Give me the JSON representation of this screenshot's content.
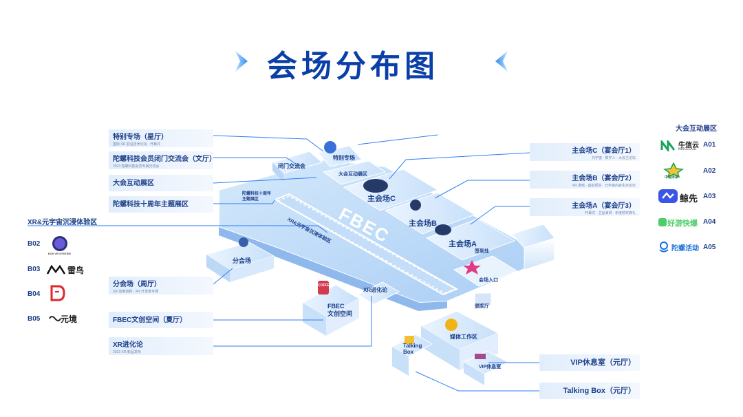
{
  "title": "会场分布图",
  "colors": {
    "title": "#0b3fa8",
    "accent": "#2f7df6",
    "callout_bg": "#e2eefc",
    "text": "#1c3f8a",
    "pink": "#e23b86"
  },
  "left_callouts": [
    {
      "label": "特别专场（星厅）",
      "sub": "国际 XR 前沿技术论坛 · 开幕式"
    },
    {
      "label": "陀螺科技会员闭门交流会（文厅）",
      "sub": "2023 陀螺科技会员专属交流会"
    },
    {
      "label": "大会互动展区",
      "sub": ""
    },
    {
      "label": "陀螺科技十周年主题展区",
      "sub": ""
    },
    {
      "label": "分会场（周厅）",
      "sub": "XR 应用创新 · XR 开发者专场"
    },
    {
      "label": "FBEC文创空间（夏厅）",
      "sub": ""
    },
    {
      "label": "XR进化论",
      "sub": "2023 XR 新品发布"
    }
  ],
  "right_callouts": [
    {
      "label": "主会场C（宴会厅1）",
      "sub": "元宇宙 · 数字人 · 大会主论坛"
    },
    {
      "label": "主会场B（宴会厅2）",
      "sub": "XR 游戏 · 虚拟现实 · 元宇宙内容生态论坛"
    },
    {
      "label": "主会场A（宴会厅3）",
      "sub": "开幕式 · 主旨演讲 · 年度颁奖典礼"
    },
    {
      "label": "VIP休息室（元厅）",
      "sub": ""
    },
    {
      "label": "Talking Box（元厅）",
      "sub": ""
    }
  ],
  "xr_section": {
    "heading": "XR&元宇宙沉浸体验区",
    "items": [
      {
        "code": "B02",
        "brand": "EOS VR SYSTEM",
        "icon": "eos-logo-icon"
      },
      {
        "code": "B03",
        "brand": "雷鸟",
        "icon": "leiniao-logo-icon"
      },
      {
        "code": "B04",
        "brand": "",
        "icon": "red-d-logo-icon"
      },
      {
        "code": "B05",
        "brand": "元境",
        "icon": "yuanjing-logo-icon"
      }
    ]
  },
  "interactive_section": {
    "heading": "大会互动展区",
    "items": [
      {
        "code": "A01",
        "brand": "牛信云",
        "sub": "NIXCLOUD",
        "icon": "niuxin-logo-icon"
      },
      {
        "code": "A02",
        "brand": "中视未来",
        "sub": "",
        "icon": "zhongshi-logo-icon"
      },
      {
        "code": "A03",
        "brand": "鲸先",
        "sub": "",
        "icon": "jingxian-logo-icon"
      },
      {
        "code": "A04",
        "brand": "好游快爆",
        "sub": "",
        "icon": "haoyou-logo-icon"
      },
      {
        "code": "A05",
        "brand": "陀螺活动",
        "sub": "",
        "icon": "tuoluo-logo-icon"
      }
    ]
  },
  "map_labels": {
    "fbec": "FBEC",
    "main_c": "主会场C",
    "main_b": "主会场B",
    "main_a": "主会场A",
    "fen": "分会场",
    "wenchuang": "FBEC\n文创空间",
    "xr_evo": "XR进化论",
    "media": "媒体工作区",
    "talking": "Talking\nBox",
    "vip": "VIP休息室",
    "closed": "闭门交流会",
    "special": "特别专场",
    "hudong": "大会互动展区",
    "ten_year": "陀螺科技十周年\n主题展区",
    "xr_zone": "XR&元宇宙沉浸体验区",
    "signin": "签到处",
    "entrance": "会场入口",
    "ceremony": "颁奖厅",
    "coffee": "COFFEE"
  }
}
